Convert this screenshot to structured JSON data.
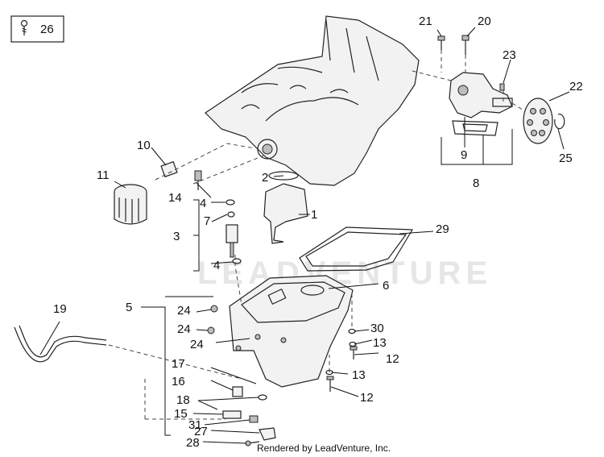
{
  "legend": {
    "ref": "26"
  },
  "watermark": "LEADVENTURE",
  "credit": "Rendered by LeadVenture, Inc.",
  "callouts": {
    "c1": "1",
    "c2": "2",
    "c3": "3",
    "c4a": "4",
    "c4b": "4",
    "c5": "5",
    "c6": "6",
    "c7": "7",
    "c8": "8",
    "c9": "9",
    "c10": "10",
    "c11": "11",
    "c12a": "12",
    "c12b": "12",
    "c13a": "13",
    "c13b": "13",
    "c14": "14",
    "c15": "15",
    "c16": "16",
    "c17": "17",
    "c18": "18",
    "c19": "19",
    "c20": "20",
    "c21": "21",
    "c22": "22",
    "c23": "23",
    "c24a": "24",
    "c24b": "24",
    "c24c": "24",
    "c25": "25",
    "c27": "27",
    "c28": "28",
    "c29": "29",
    "c30": "30",
    "c31": "31"
  }
}
